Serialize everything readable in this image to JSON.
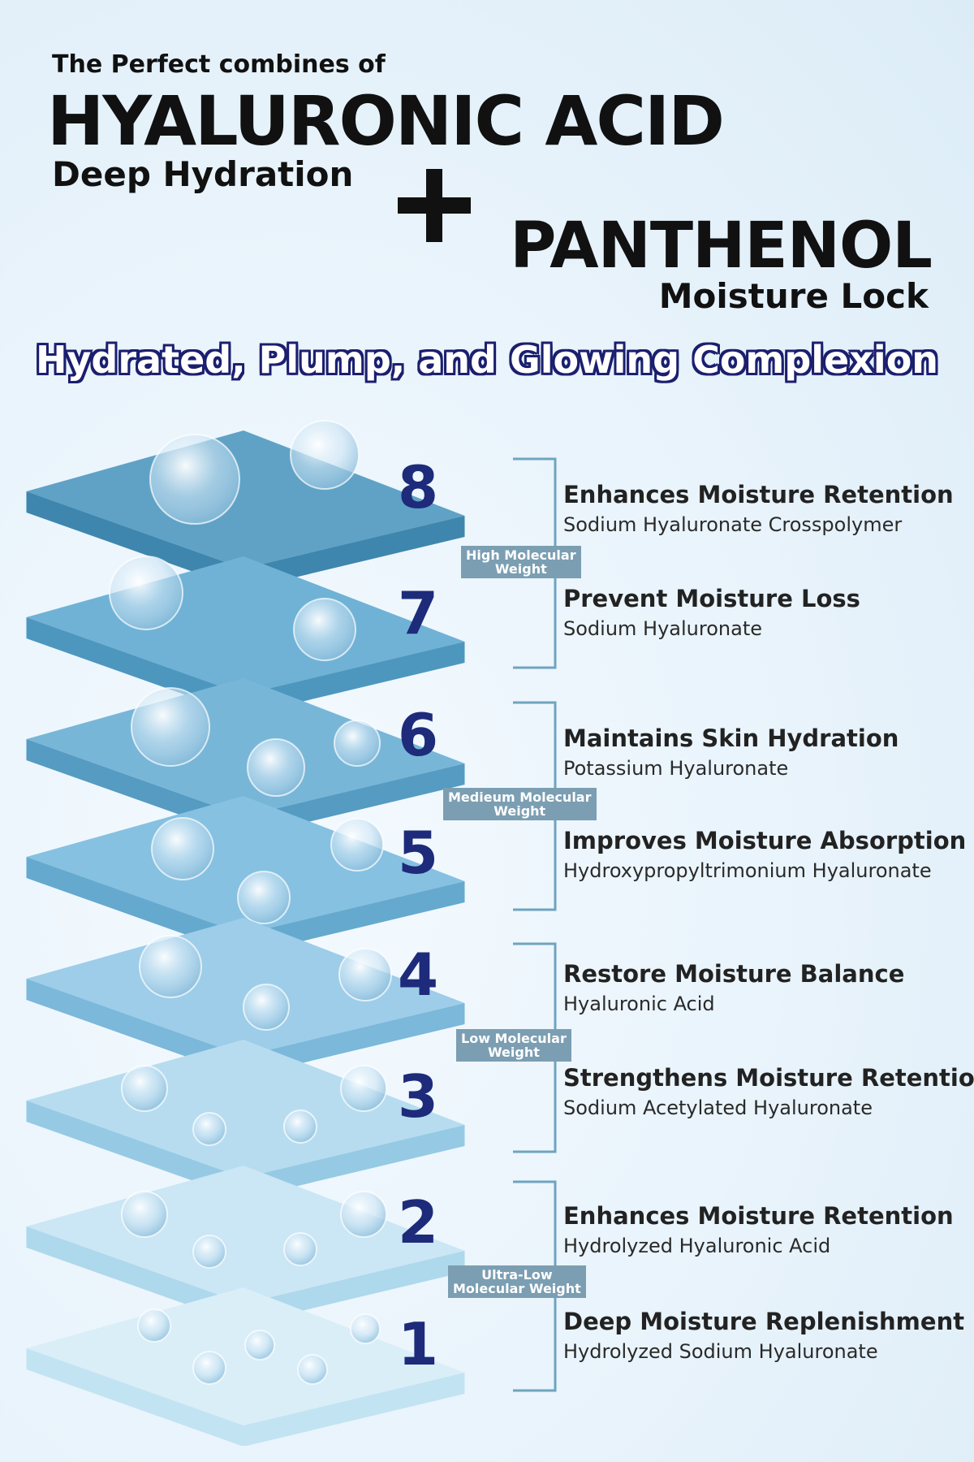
{
  "header": {
    "intro": "The Perfect combines of",
    "ingredient1_title": "HYALURONIC ACID",
    "ingredient1_sub": "Deep Hydration",
    "ingredient2_title": "PANTHENOL",
    "ingredient2_sub": "Moisture Lock",
    "tagline": "Hydrated, Plump, and Glowing Complexion"
  },
  "colors": {
    "number": "#1d2b7a",
    "bracket": "#6fa4bf",
    "badge": "#7b9eb2",
    "tagline_outline": "#1b1f6e"
  },
  "layers": [
    {
      "number": "8",
      "title": "Enhances Moisture Retention",
      "ingredient": "Sodium Hyaluronate Crosspolymer"
    },
    {
      "number": "7",
      "title": "Prevent Moisture Loss",
      "ingredient": "Sodium Hyaluronate"
    },
    {
      "number": "6",
      "title": "Maintains Skin Hydration",
      "ingredient": "Potassium Hyaluronate"
    },
    {
      "number": "5",
      "title": "Improves Moisture Absorption",
      "ingredient": "Hydroxypropyltrimonium Hyaluronate"
    },
    {
      "number": "4",
      "title": "Restore Moisture Balance",
      "ingredient": "Hyaluronic Acid"
    },
    {
      "number": "3",
      "title": "Strengthens Moisture Retention",
      "ingredient": "Sodium Acetylated Hyaluronate"
    },
    {
      "number": "2",
      "title": "Enhances Moisture Retention",
      "ingredient": "Hydrolyzed Hyaluronic Acid"
    },
    {
      "number": "1",
      "title": "Deep Moisture Replenishment",
      "ingredient": "Hydrolyzed Sodium Hyaluronate"
    }
  ],
  "groups": [
    {
      "label_line1": "High Molecular",
      "label_line2": "Weight"
    },
    {
      "label_line1": "Medieum Molecular",
      "label_line2": "Weight"
    },
    {
      "label_line1": "Low Molecular",
      "label_line2": "Weight"
    },
    {
      "label_line1": "Ultra-Low",
      "label_line2": "Molecular Weight"
    }
  ]
}
